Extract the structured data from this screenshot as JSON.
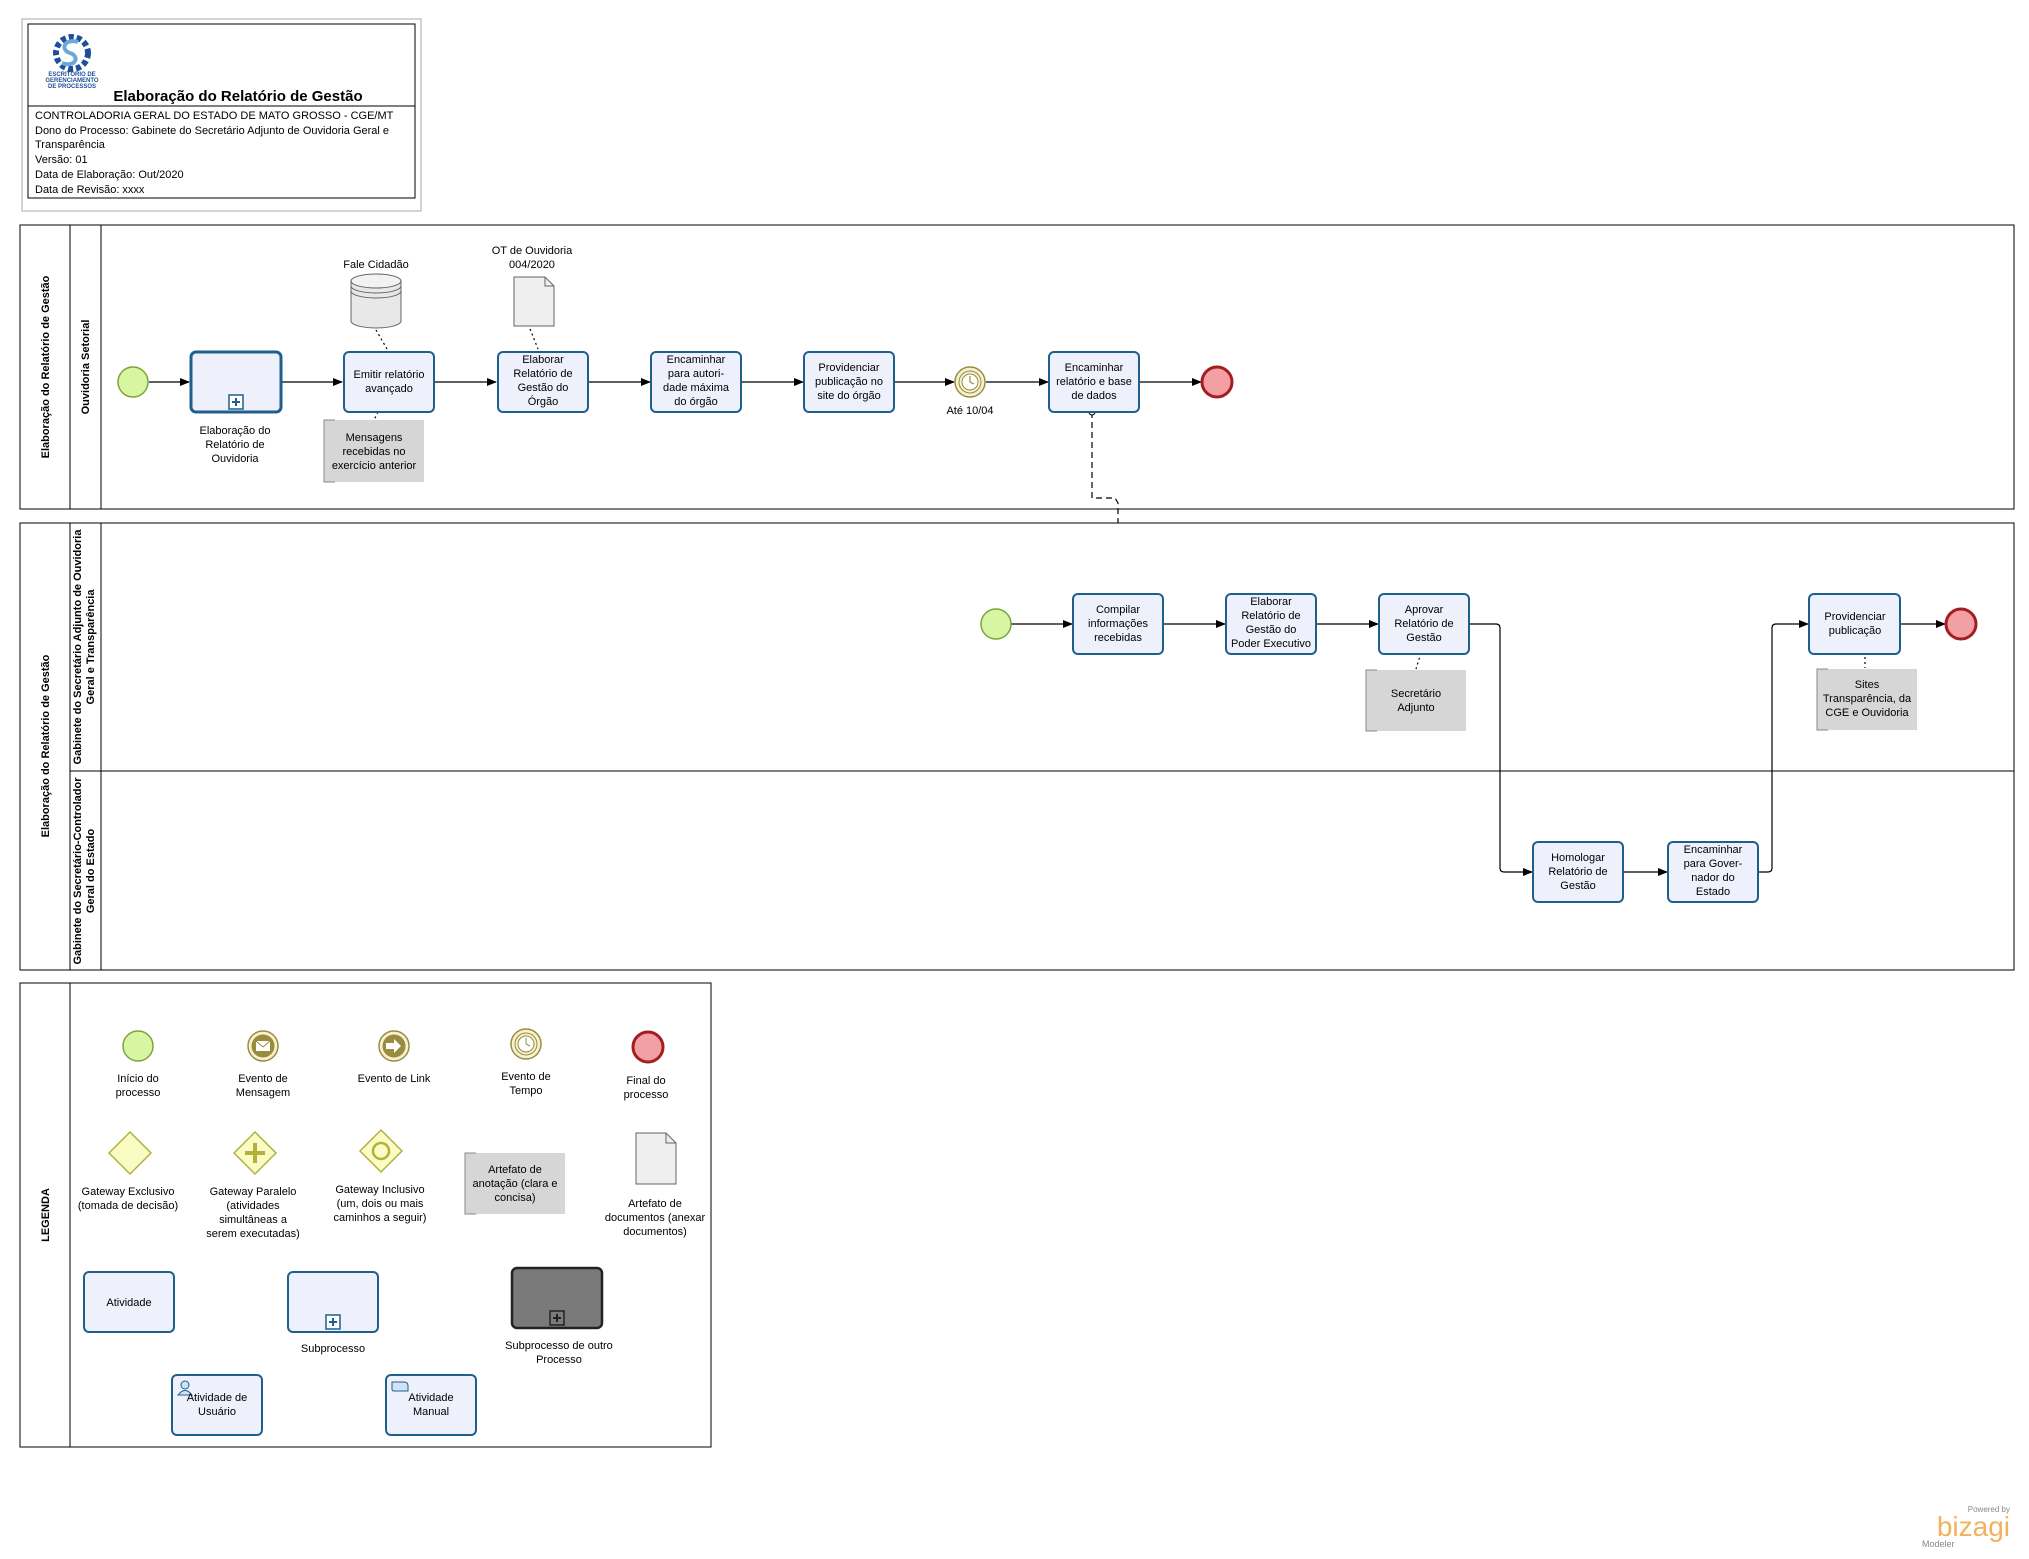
{
  "header": {
    "title": "Elaboração do Relatório de Gestão",
    "logo_text": [
      "ESCRITÓRIO DE",
      "GERENCIAMENTO",
      "DE PROCESSOS"
    ],
    "lines": [
      "CONTROLADORIA GERAL DO ESTADO DE MATO GROSSO - CGE/MT",
      "Dono do Processo: Gabinete do Secretário Adjunto de Ouvidoria Geral e",
      "Transparência",
      "Versão: 01",
      "Data de Elaboração: Out/2020",
      "Data de Revisão: xxxx"
    ]
  },
  "pool1": {
    "name": "Elaboração do Relatório de Gestão",
    "lane": "Ouvidoria Setorial",
    "subprocess_label": [
      "Elaboração do",
      "Relatório de",
      "Ouvidoria"
    ],
    "tasks": [
      [
        "Emitir relatório",
        "avançado"
      ],
      [
        "Elaborar",
        "Relatório de",
        "Gestão do",
        "Órgão"
      ],
      [
        "Encaminhar",
        "para autori-",
        "dade máxima",
        "do órgão"
      ],
      [
        "Providenciar",
        "publicação no",
        "site do órgão"
      ],
      [
        "Encaminhar",
        "relatório e base",
        "de dados"
      ]
    ],
    "timer_label": "Até  10/04",
    "datastore_label": "Fale Cidadão",
    "document_label": [
      "OT de Ouvidoria",
      "004/2020"
    ],
    "annotation": [
      "Mensagens",
      "recebidas no",
      "exercício anterior"
    ]
  },
  "pool2": {
    "name": "Elaboração do Relatório de Gestão",
    "lane1": [
      "Gabinete do Secretário Adjunto de Ouvidoria",
      "Geral e Transparência"
    ],
    "lane2": [
      "Gabinete do Secretário-Controlador",
      "Geral do Estado"
    ],
    "tasks_lane1": [
      [
        "Compilar",
        "informações",
        "recebidas"
      ],
      [
        "Elaborar",
        "Relatório de",
        "Gestão do",
        "Poder Executivo"
      ],
      [
        "Aprovar",
        "Relatório de",
        "Gestão"
      ],
      [
        "Providenciar",
        "publicação"
      ]
    ],
    "tasks_lane2": [
      [
        "Homologar",
        "Relatório de",
        "Gestão"
      ],
      [
        "Encaminhar",
        "para Gover-",
        "nador do",
        "Estado"
      ]
    ],
    "annotations": [
      [
        "Secretário",
        "Adjunto"
      ],
      [
        "Sites",
        "Transparência, da",
        "CGE e Ouvidoria"
      ]
    ]
  },
  "legend": {
    "title": "LEGENDA",
    "items": {
      "start": [
        "Início do",
        "processo"
      ],
      "message": [
        "Evento de",
        "Mensagem"
      ],
      "link": [
        "Evento de Link"
      ],
      "timer": [
        "Evento de",
        "Tempo"
      ],
      "end": [
        "Final do",
        "processo"
      ],
      "exclusive": [
        "Gateway  Exclusivo",
        "(tomada de decisão)"
      ],
      "parallel": [
        "Gateway Paralelo",
        "(atividades",
        "simultâneas a",
        "serem executadas)"
      ],
      "inclusive": [
        "Gateway Inclusivo",
        "(um, dois ou mais",
        "caminhos a seguir)"
      ],
      "annotation": [
        "Artefato de",
        "anotação (clara e",
        "concisa)"
      ],
      "document": [
        "Artefato de",
        "documentos (anexar",
        "documentos)"
      ],
      "activity": [
        "Atividade"
      ],
      "subprocess": [
        "Subprocesso"
      ],
      "call_activity": [
        "Subprocesso de outro",
        "Processo"
      ],
      "user_task": [
        "Atividade de",
        "Usuário"
      ],
      "manual_task": [
        "Atividade",
        "Manual"
      ]
    }
  },
  "branding": {
    "powered": "Powered by",
    "name": "bizagi",
    "product": "Modeler"
  },
  "colors": {
    "task_fill": "#eef1fc",
    "task_stroke": "#1f5f8b",
    "start_fill": "#d8f5a2",
    "start_stroke": "#7da33b",
    "end_fill": "#f3a0a4",
    "end_stroke": "#a31e22",
    "gateway_fill": "#fbfbc6",
    "gateway_stroke": "#b2b23a",
    "annotation_fill": "#d6d6d6",
    "bizagi": "#f2b25c"
  }
}
